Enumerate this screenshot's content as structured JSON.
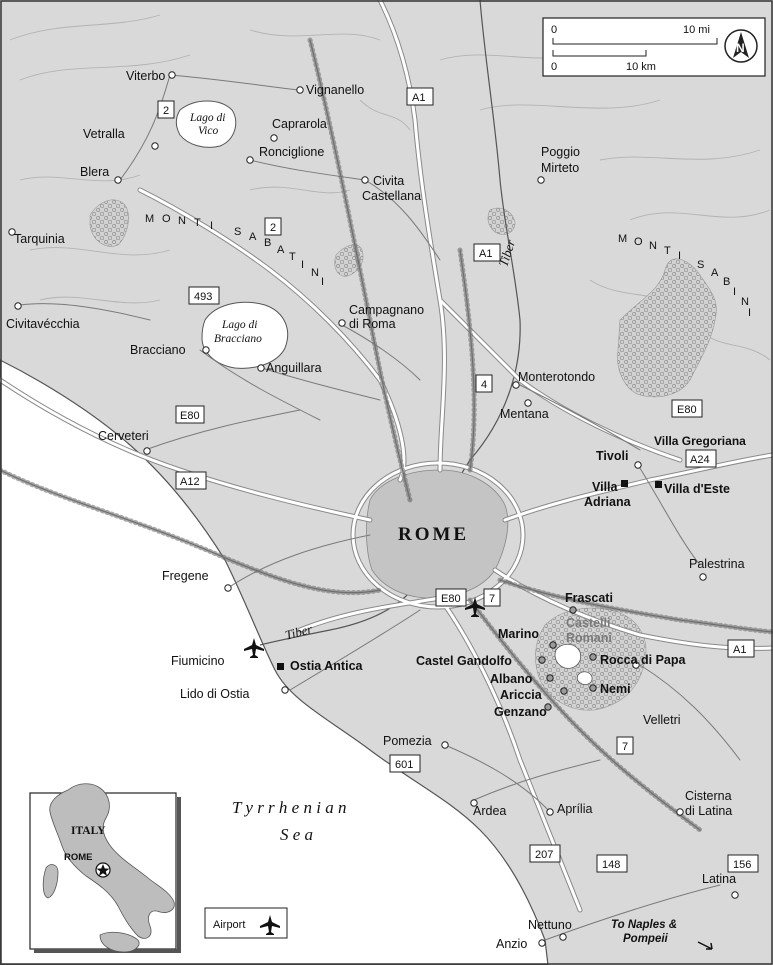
{
  "scale": {
    "mi_start": "0",
    "mi_end": "10 mi",
    "km_start": "0",
    "km_end": "10 km",
    "north": "N"
  },
  "capital": "ROME",
  "places": {
    "viterbo": "Viterbo",
    "vignanello": "Vignanello",
    "caprarola": "Caprarola",
    "ronciglione": "Ronciglione",
    "vetralla": "Vetralla",
    "blera": "Blera",
    "civita1": "Civita",
    "civita2": "Castellana",
    "poggio1": "Poggio",
    "poggio2": "Mirteto",
    "tarquinia": "Tarquinia",
    "civitavecchia": "Civitavécchia",
    "campagnano1": "Campagnano",
    "campagnano2": "di Roma",
    "bracciano": "Bracciano",
    "anguillara": "Anguillara",
    "monterotondo": "Monterotondo",
    "mentana": "Mentana",
    "cerveteri": "Cerveteri",
    "tivoli": "Tivoli",
    "villa_gregoriana": "Villa Gregoriana",
    "villa_adriana1": "Villa",
    "villa_adriana2": "Adriana",
    "villa_deste": "Villa d'Este",
    "palestrina": "Palestrina",
    "fregene": "Fregene",
    "frascati": "Frascati",
    "castelli1": "Castelli",
    "castelli2": "Romani",
    "marino": "Marino",
    "castel_gandolfo": "Castel Gandolfo",
    "rocca_di_papa": "Rocca di Papa",
    "albano": "Albano",
    "ariccia": "Ariccia",
    "nemi": "Nemi",
    "genzano": "Genzano",
    "velletri": "Velletri",
    "fiumicino": "Fiumicino",
    "ostia_antica": "Ostia Antica",
    "lido_di_ostia": "Lido di Ostia",
    "pomezia": "Pomezia",
    "ardea": "Ardea",
    "aprilia": "Aprília",
    "cisterna1": "Cisterna",
    "cisterna2": "di Latina",
    "latina": "Latina",
    "nettuno": "Nettuno",
    "anzio": "Anzio",
    "to_naples1": "To Naples &",
    "to_naples2": "Pompeii"
  },
  "lakes": {
    "vico1": "Lago di",
    "vico2": "Vico",
    "bracciano1": "Lago di",
    "bracciano2": "Bracciano"
  },
  "regions": {
    "monti_sabatini": [
      "M",
      "O",
      "N",
      "T",
      "I",
      "S",
      "A",
      "B",
      "A",
      "T",
      "I",
      "N",
      "I"
    ],
    "monti_sabini": [
      "M",
      "O",
      "N",
      "T",
      "I",
      "S",
      "A",
      "B",
      "I",
      "N",
      "I"
    ]
  },
  "water": {
    "tiber": "Tiber",
    "sea1": "T y r r h e n i a n",
    "sea2": "S e a"
  },
  "roads": {
    "a1": "A1",
    "a12": "A12",
    "a24": "A24",
    "e80": "E80",
    "r2": "2",
    "r4": "4",
    "r7": "7",
    "r148": "148",
    "r156": "156",
    "r207": "207",
    "r493": "493",
    "r601": "601"
  },
  "inset": {
    "country": "ITALY",
    "city": "ROME"
  },
  "legend": {
    "airport": "Airport"
  },
  "colors": {
    "land": "#dcdcdc",
    "coast_land": "#e4e4e4",
    "sea": "#ffffff",
    "urban": "#bdbdbd",
    "road": "#ffffff",
    "road_edge": "#8a8a8a",
    "rail": "#6f6f6f",
    "relief": "#b8b8b8"
  }
}
